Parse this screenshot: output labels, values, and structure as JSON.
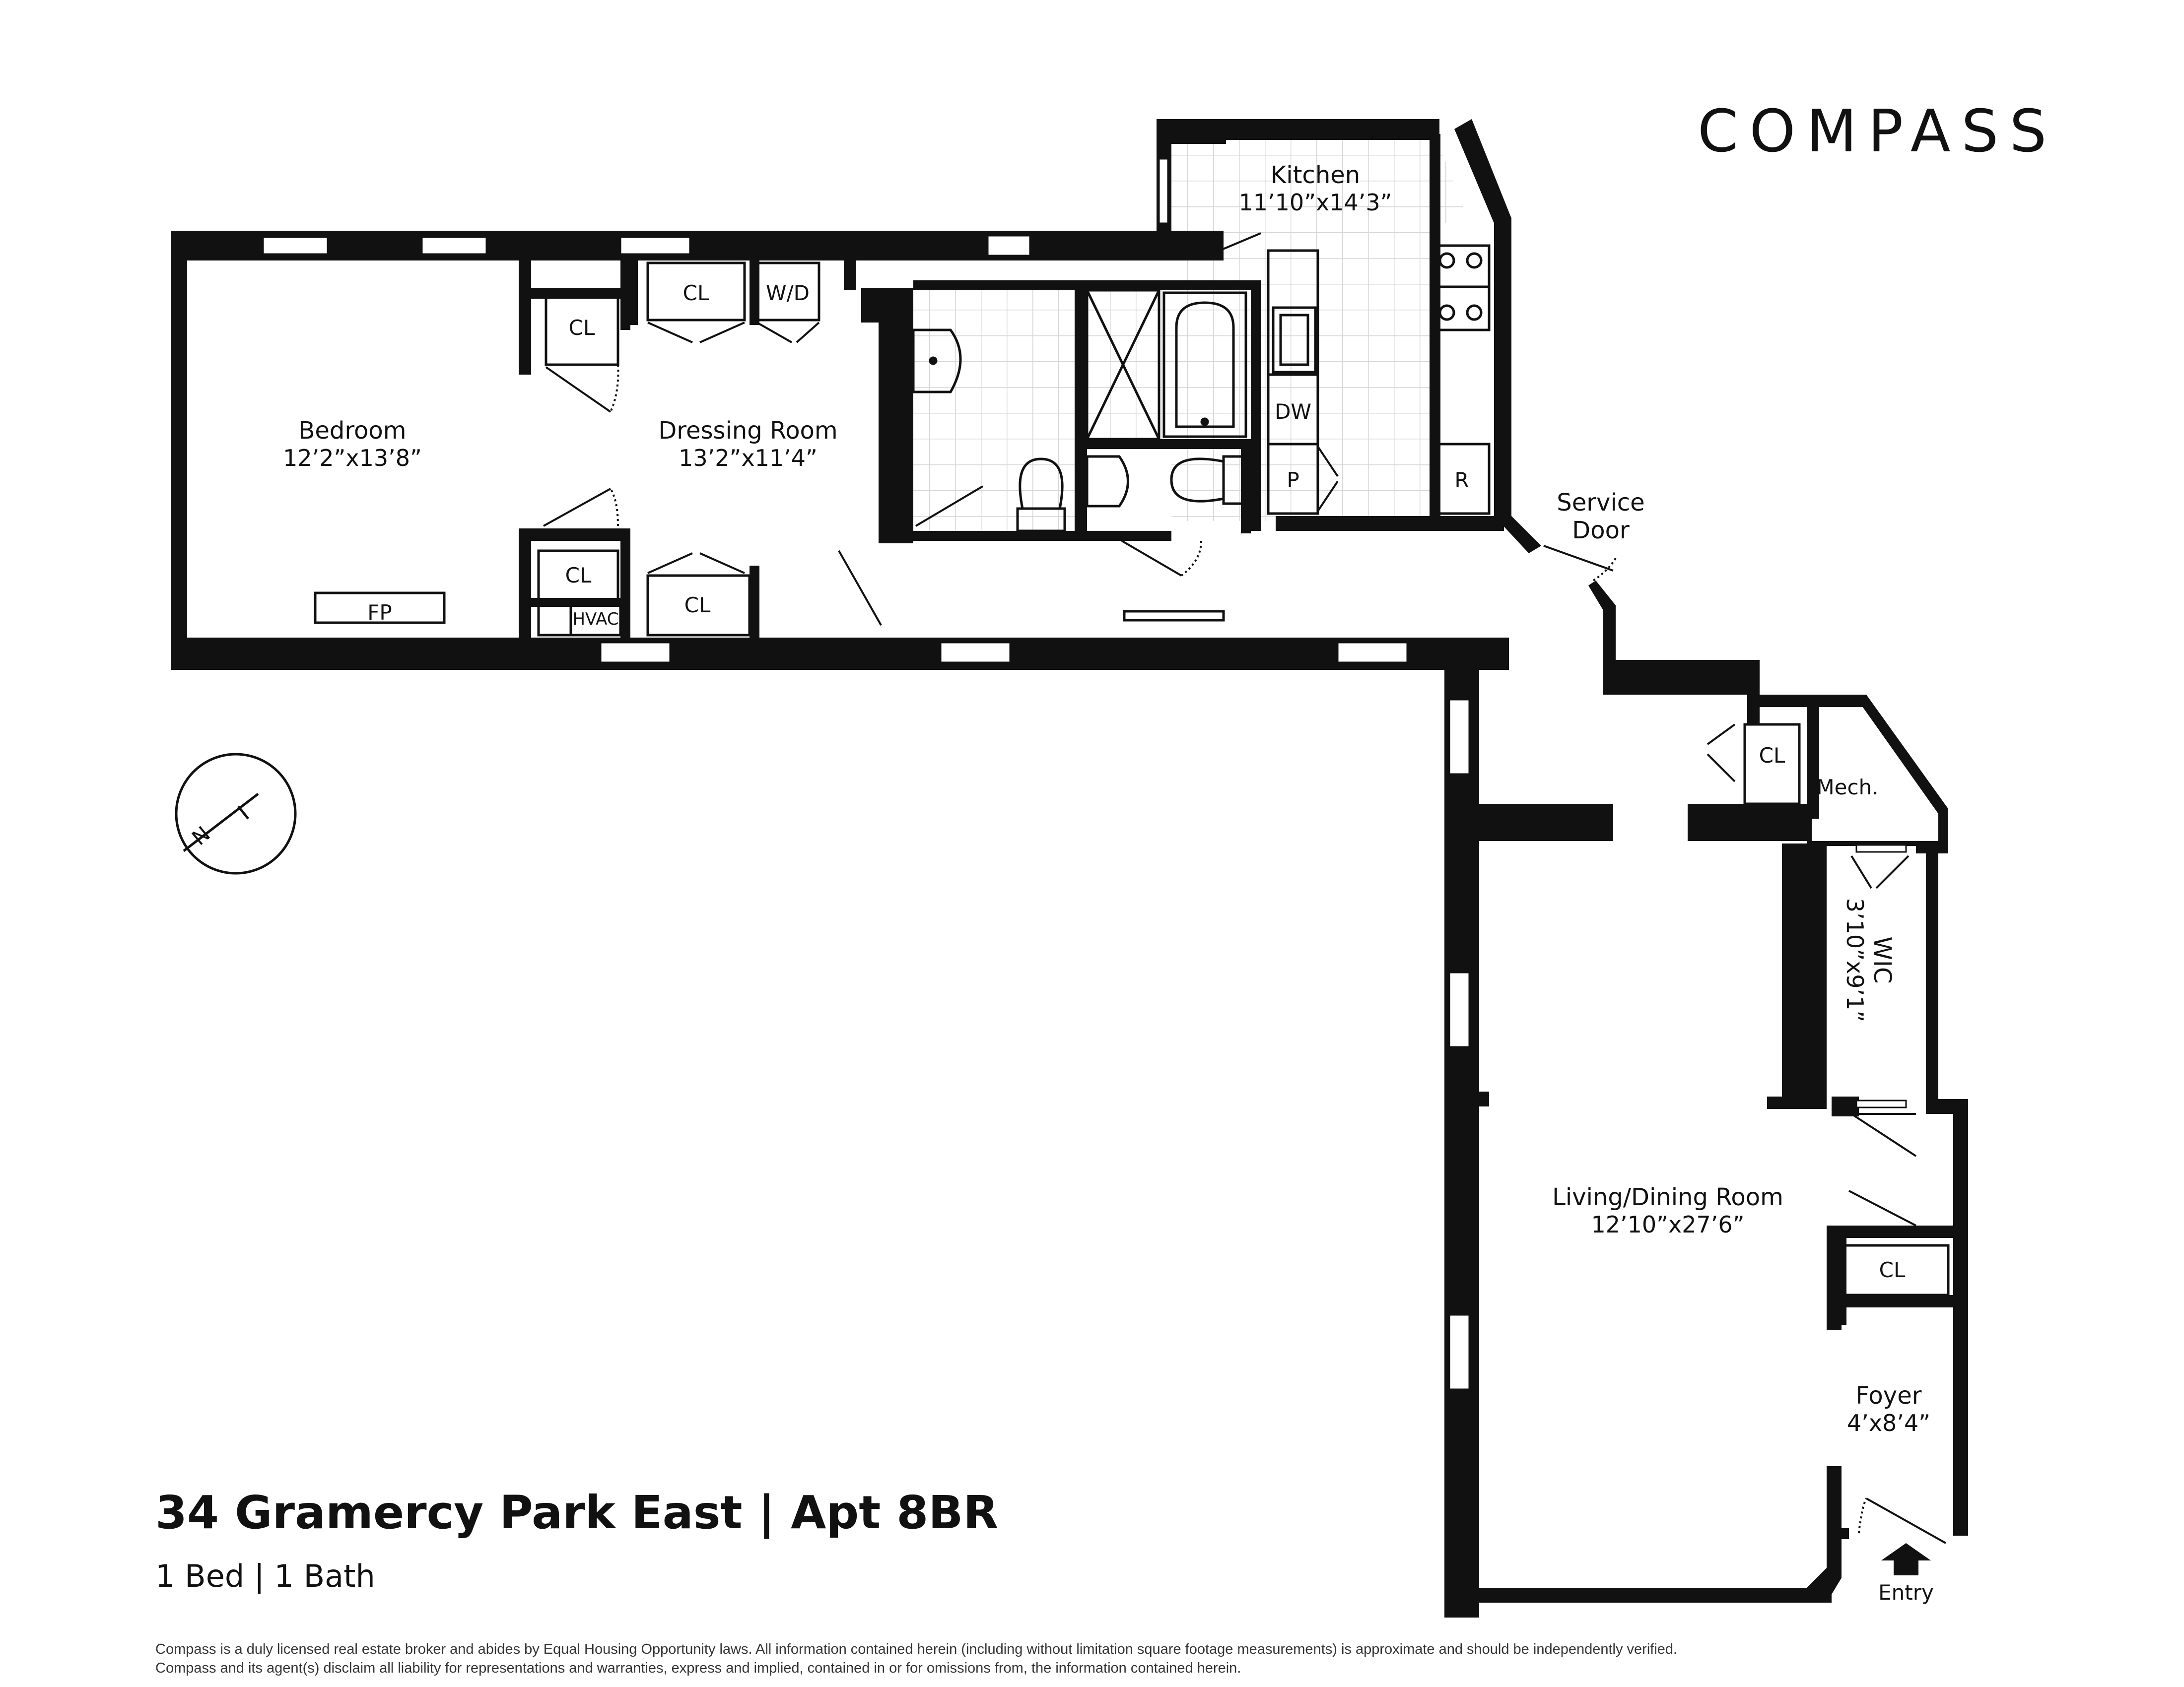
{
  "brand": {
    "logo_text": "COMPASS"
  },
  "listing": {
    "title": "34 Gramercy Park East | Apt 8BR",
    "subtitle": "1 Bed | 1 Bath"
  },
  "rooms": {
    "kitchen": {
      "name": "Kitchen",
      "dims": "11’10”x14’3”"
    },
    "bedroom": {
      "name": "Bedroom",
      "dims": "12’2”x13’8”"
    },
    "dressing": {
      "name": "Dressing Room",
      "dims": "13’2”x11’4”"
    },
    "living": {
      "name": "Living/Dining Room",
      "dims": "12’10”x27’6”"
    },
    "foyer": {
      "name": "Foyer",
      "dims": "4’x8’4”"
    },
    "wic": {
      "name": "WIC",
      "dims": "3’10”x9’1”"
    }
  },
  "fixtures": {
    "cl": "CL",
    "wd": "W/D",
    "fp": "FP",
    "hvac": "HVAC",
    "dw": "DW",
    "p": "P",
    "r": "R",
    "mech": "Mech.",
    "service_door_1": "Service",
    "service_door_2": "Door",
    "entry": "Entry"
  },
  "compass_rose": {
    "letter": "N"
  },
  "disclaimer": {
    "line1": "Compass is a duly licensed real estate broker and abides by Equal Housing Opportunity laws.  All information contained herein (including without limitation square footage measurements) is approximate and should be independently verified.",
    "line2": "Compass and its agent(s) disclaim all liability for representations and warranties, express and implied, contained in or for omissions from, the information contained herein."
  },
  "colors": {
    "wall": "#111111",
    "grid": "#d9d9d9",
    "text": "#111111"
  }
}
